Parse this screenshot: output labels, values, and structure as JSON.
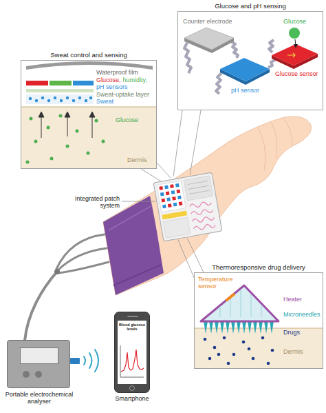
{
  "diagram": {
    "nodes": [
      {
        "text": [
          "Glucose and pH sensing"
        ]
      },
      {
        "text": [
          "Sweat control and sensing"
        ]
      },
      {
        "text": [
          "Thermoresponsive drug delivery"
        ]
      },
      {
        "text": [
          "Portable electrochemical analyser"
        ]
      },
      {
        "text": [
          "Smartphone"
        ]
      },
      {
        "text": [
          "Blood glucose levels"
        ],
        "in": 4
      }
    ],
    "labels": [
      "Waterproof film",
      "Glucose,",
      "humidity,",
      "pH sensors",
      "Sweat-uptake layer",
      "Sweat",
      "Glucose",
      "Dermis",
      "Counter electrode",
      "Glucose",
      "pH sensor",
      "Glucose sensor",
      "Integrated patch system",
      "Temperature sensor",
      "Heater",
      "Microneedles",
      "Drugs",
      "Dermis"
    ]
  }
}
